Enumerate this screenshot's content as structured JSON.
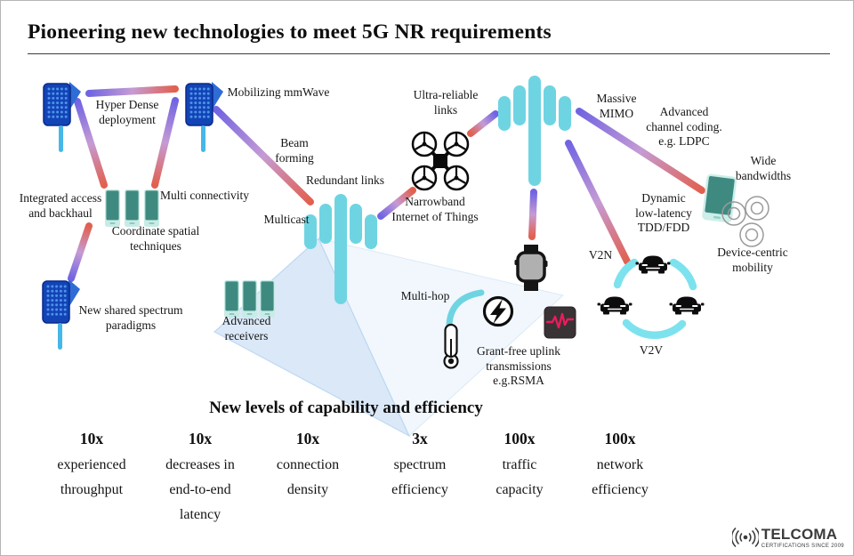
{
  "title": "Pioneering new technologies to meet 5G NR requirements",
  "labels": {
    "hyper_dense": "Hyper Dense\ndeployment",
    "mobilizing_mmwave": "Mobilizing mmWave",
    "integrated_access": "Integrated access\nand backhaul",
    "multi_connectivity": "Multi connectivity",
    "coordinate_spatial": "Coordinate spatial\ntechniques",
    "beam_forming": "Beam\nforming",
    "multicast": "Multicast",
    "redundant_links": "Redundant links",
    "ultra_reliable": "Ultra-reliable\nlinks",
    "narrowband_iot": "Narrowband\nInternet of Things",
    "massive_mimo": "Massive\nMIMO",
    "advanced_coding": "Advanced\nchannel coding.\ne.g. LDPC",
    "wide_bandwidths": "Wide\nbandwidths",
    "dynamic_tdd": "Dynamic\nlow-latency\nTDD/FDD",
    "v2n": "V2N",
    "device_centric": "Device-centric\nmobility",
    "new_shared_spectrum": "New shared spectrum\nparadigms",
    "advanced_receivers": "Advanced\nreceivers",
    "multi_hop": "Multi-hop",
    "grant_free": "Grant-free uplink\ntransmissions\ne.g.RSMA",
    "v2v": "V2V"
  },
  "capabilities": {
    "heading": "New levels of capability and efficiency",
    "items": [
      {
        "factor": "10x",
        "desc": "experienced\nthroughput"
      },
      {
        "factor": "10x",
        "desc": "decreases in\nend-to-end\nlatency"
      },
      {
        "factor": "10x",
        "desc": "connection\ndensity"
      },
      {
        "factor": "3x",
        "desc": "spectrum\nefficiency"
      },
      {
        "factor": "100x",
        "desc": "traffic\ncapacity"
      },
      {
        "factor": "100x",
        "desc": "network\nefficiency"
      }
    ]
  },
  "logo": {
    "name": "TELCOMA",
    "tagline": "CERTIFICATIONS SINCE 2009"
  },
  "icons": [
    "antenna-icon",
    "phone-trio-icon",
    "tower-icon",
    "drone-icon",
    "watch-icon",
    "smartphone-icon",
    "mobility-rings-icon",
    "car-icon",
    "thermometer-icon",
    "lightning-icon",
    "heartbeat-icon",
    "signal-icon"
  ],
  "colors": {
    "cyan": "#6fd4e2",
    "purple": "#7164e2",
    "red": "#e2604e",
    "panel_blue": "#1244b6",
    "teal_screen": "#3f8a80",
    "teal_frame": "#c9ebe6",
    "beam_blue": "#bcd6f0",
    "ecg_pink": "#ea1c5c",
    "logo_gray": "#3b3b3b"
  }
}
